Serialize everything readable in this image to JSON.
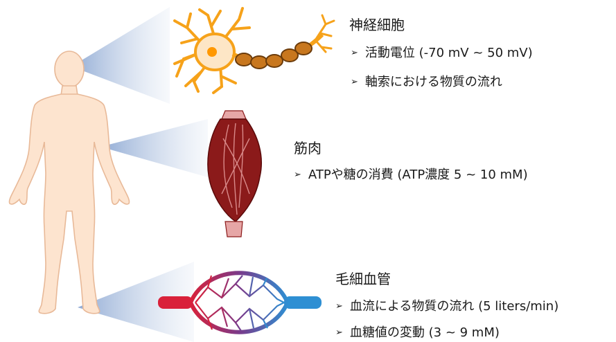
{
  "sections": [
    {
      "heading": "神経細胞",
      "bullets": [
        "活動電位 (-70 mV ~ 50 mV)",
        "軸索における物質の流れ"
      ]
    },
    {
      "heading": "筋肉",
      "bullets": [
        "ATPや糖の消費 (ATP濃度 5 ~ 10 mM)"
      ]
    },
    {
      "heading": "毛細血管",
      "bullets": [
        "血流による物質の流れ (5 liters/min)",
        "血糖値の変動 (3 ~ 9 mM)"
      ]
    }
  ],
  "bullet_marker": "➢",
  "colors": {
    "skin": "#fde4cf",
    "skin_outline": "#e8b998",
    "neuron": "#f6a21a",
    "nucleus": "#ff9800",
    "myelin": "#c8771e",
    "muscle": "#8b1a1a",
    "muscle_tendon": "#e6a6a6",
    "artery": "#d9213a",
    "vein": "#2e8fd3",
    "beam": "#9db4d6"
  },
  "icons": [
    "human-body-icon",
    "neuron-icon",
    "muscle-icon",
    "capillary-network-icon"
  ]
}
